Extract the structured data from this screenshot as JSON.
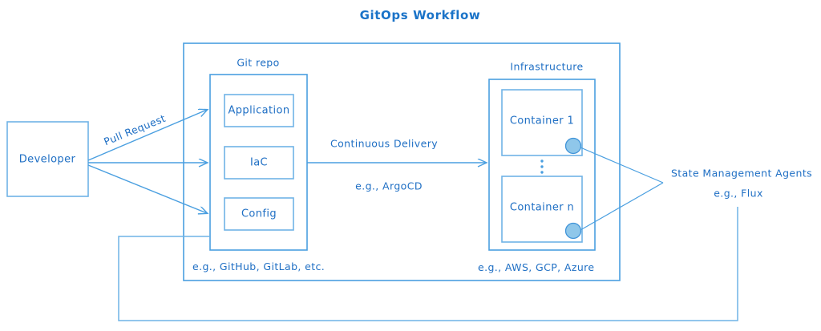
{
  "diagram": {
    "title": "GitOps Workflow",
    "palette": {
      "stroke": "#4a9fe0",
      "stroke_dark": "#2b7fc4",
      "text": "#1f6fc4",
      "title": "#1a73c8",
      "dot_fill": "#8fc7ea",
      "background": "#ffffff"
    },
    "nodes": {
      "developer": {
        "label": "Developer"
      },
      "git_repo": {
        "group_label": "Git repo",
        "items": [
          {
            "label": "Application"
          },
          {
            "label": "IaC"
          },
          {
            "label": "Config"
          }
        ],
        "note": "e.g., GitHub, GitLab, etc."
      },
      "infrastructure": {
        "group_label": "Infrastructure",
        "items": [
          {
            "label": "Container 1"
          },
          {
            "label": "Container n"
          }
        ],
        "ellipsis": "⋮",
        "note": "e.g., AWS, GCP, Azure"
      },
      "agents": {
        "label": "State Management Agents",
        "note": "e.g., Flux"
      }
    },
    "edges": [
      {
        "id": "pull-request",
        "label": "Pull Request",
        "from": "developer",
        "to": "git-repo"
      },
      {
        "id": "continuous-delivery",
        "label": "Continuous Delivery",
        "note": "e.g., ArgoCD",
        "from": "git-repo",
        "to": "infrastructure"
      },
      {
        "id": "agent-watch-container-1",
        "label": "",
        "from": "container-1",
        "to": "agents"
      },
      {
        "id": "agent-watch-container-n",
        "label": "",
        "from": "container-n",
        "to": "agents"
      },
      {
        "id": "feedback-loop",
        "label": "",
        "from": "agents",
        "to": "git-repo"
      }
    ]
  }
}
